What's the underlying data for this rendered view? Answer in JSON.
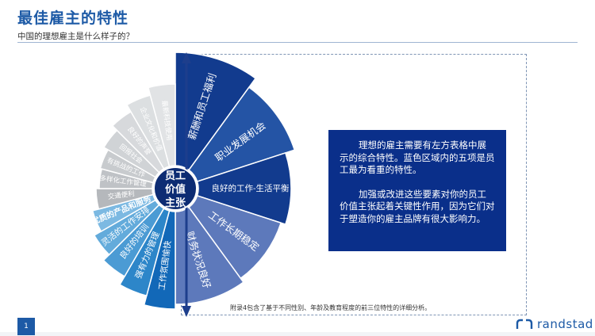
{
  "header": {
    "title": "最佳雇主的特性",
    "subtitle": "中国的理想雇主是什么样子的？"
  },
  "wheel": {
    "center_lines": [
      "员工",
      "价值",
      "主张"
    ],
    "wedges": [
      {
        "label": "薪酬和员工福利",
        "highlight": true,
        "dark": true
      },
      {
        "label": "职业发展机会",
        "highlight": true,
        "dark": true
      },
      {
        "label": "良好的工作-生活平衡",
        "highlight": true,
        "dark": true
      },
      {
        "label": "工作长期稳定",
        "highlight": true,
        "dark": false
      },
      {
        "label": "财务状况良好",
        "highlight": true,
        "dark": false
      },
      {
        "label": "工作氛围愉快",
        "highlight": false,
        "dark": true
      },
      {
        "label": "强有力的管理",
        "highlight": false,
        "dark": false
      },
      {
        "label": "良好的培训",
        "highlight": false,
        "dark": false
      },
      {
        "label": "灵活的工作安排",
        "highlight": false,
        "dark": false
      },
      {
        "label": "优质的产品和服务",
        "highlight": false,
        "dark": false
      },
      {
        "label": "交通便利",
        "highlight": false,
        "dark": false
      },
      {
        "label": "多样化工作管理",
        "highlight": false,
        "dark": false
      },
      {
        "label": "有挑战的工作",
        "highlight": false,
        "dark": false
      },
      {
        "label": "回报社会",
        "highlight": false,
        "dark": false
      },
      {
        "label": "良好的声誉",
        "highlight": false,
        "dark": false
      },
      {
        "label": "企业文化和价值",
        "highlight": false,
        "dark": false
      },
      {
        "label": "最新科技使用",
        "highlight": false,
        "dark": false
      }
    ],
    "colors": {
      "top_five": "#2454a5",
      "top_five_dark": "#123b8e",
      "top_five_light": "#5d79bb",
      "blue_band": [
        "#1268b8",
        "#2d86c9",
        "#4b9bd4",
        "#63abdb",
        "#7cb9e2"
      ],
      "grey_band": [
        "#b5b8bc",
        "#bfc2c6",
        "#c8cbce",
        "#d0d3d6",
        "#d7d9dc",
        "#dcdfe1",
        "#e1e3e5"
      ],
      "arrow": "#1d3e8c"
    }
  },
  "info": {
    "paragraph_1": "理想的雇主需要有左方表格中展示的综合特性。蓝色区域内的五项是员工最为看重的特性。",
    "paragraph_2": "加强或改进这些要素对你的员工价值主张起着关键性作用，因为它们对于塑造你的雇主品牌有很大影响力。"
  },
  "footnote": "附录4包含了基于不同性别、年龄及教育程度的前三位特性的详细分析。",
  "footer": {
    "page_number": "1",
    "logo_text": "randstad"
  }
}
